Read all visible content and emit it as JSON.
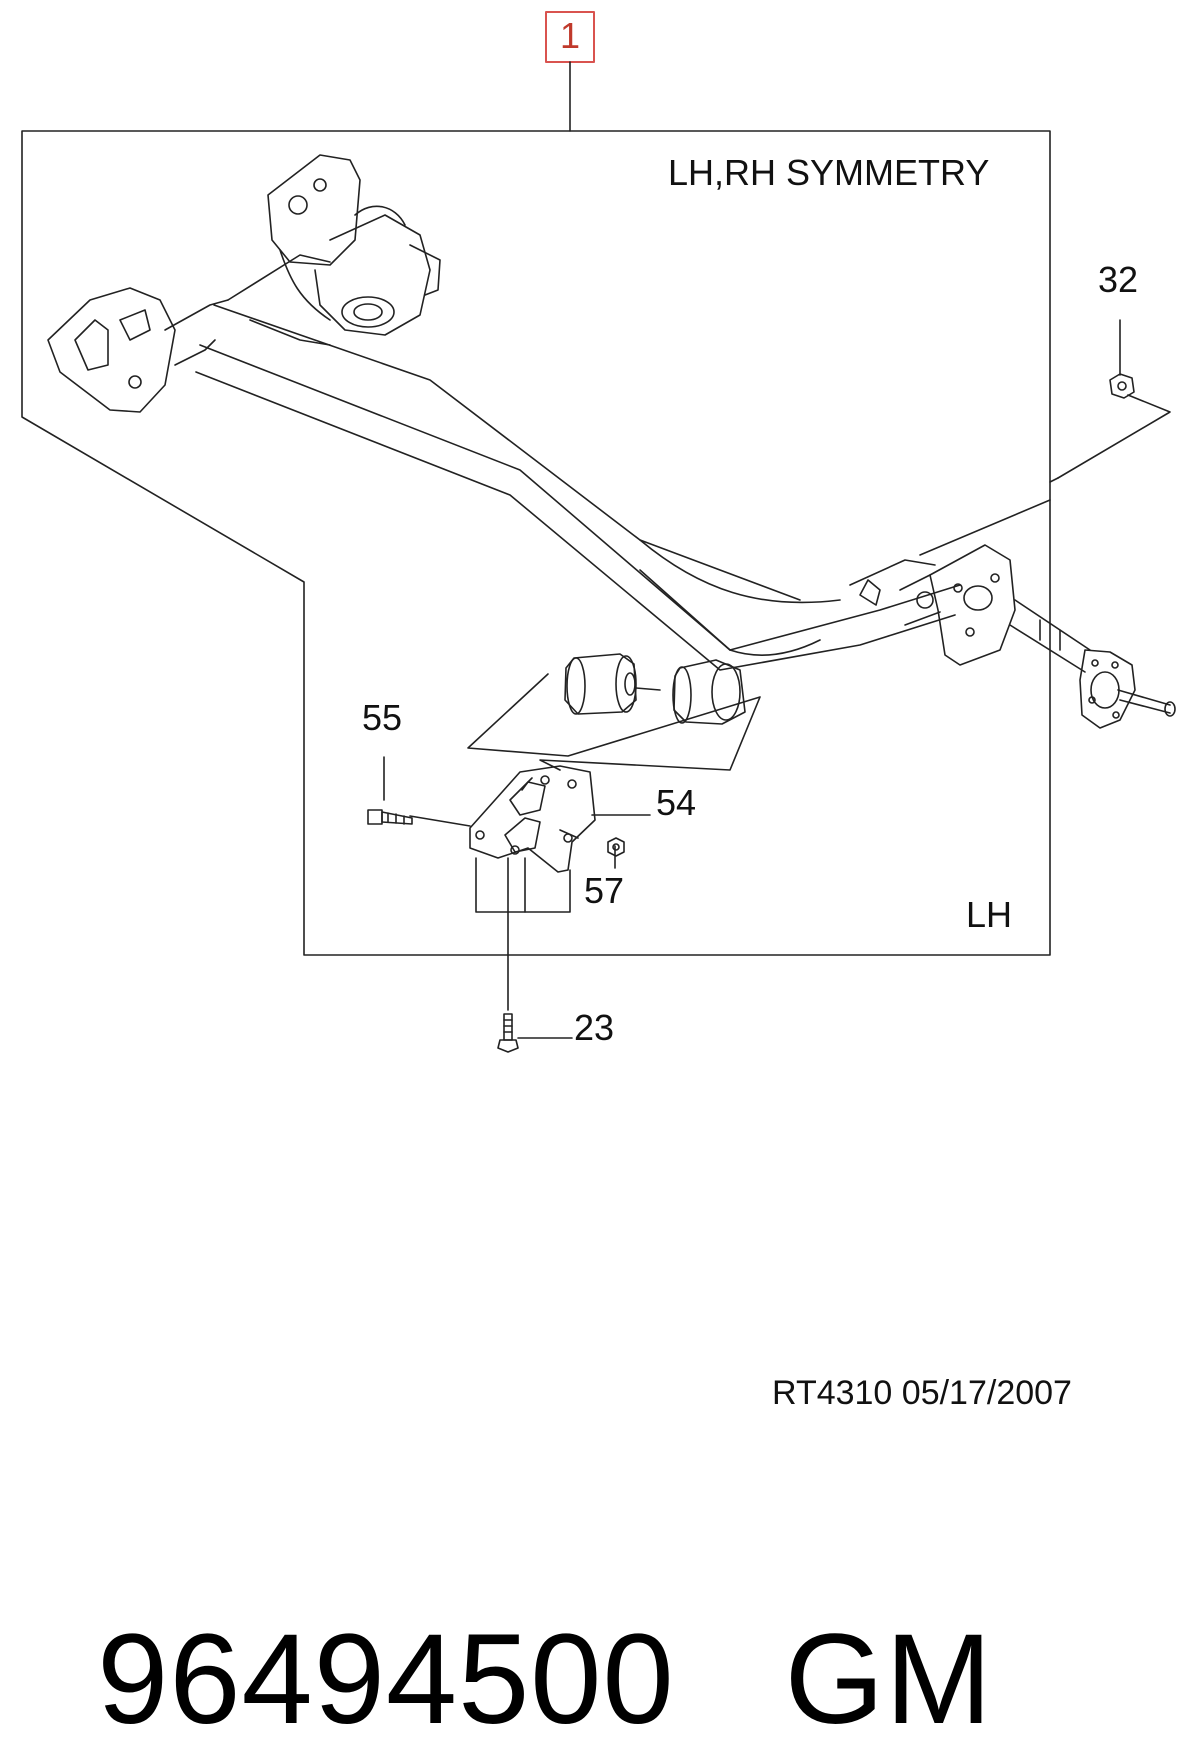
{
  "diagram": {
    "assembly_callout": "1",
    "frame_note": "LH,RH SYMMETRY",
    "side_note": "LH",
    "callouts": {
      "nut_top": "32",
      "bolt_bracket": "55",
      "bracket": "54",
      "nut_bracket": "57",
      "bolt_bottom": "23"
    },
    "drawing_ref": "RT4310  05/17/2007",
    "highlight_color": "#d9534f"
  },
  "footer": {
    "part_number": "96494500",
    "brand": "GM"
  }
}
